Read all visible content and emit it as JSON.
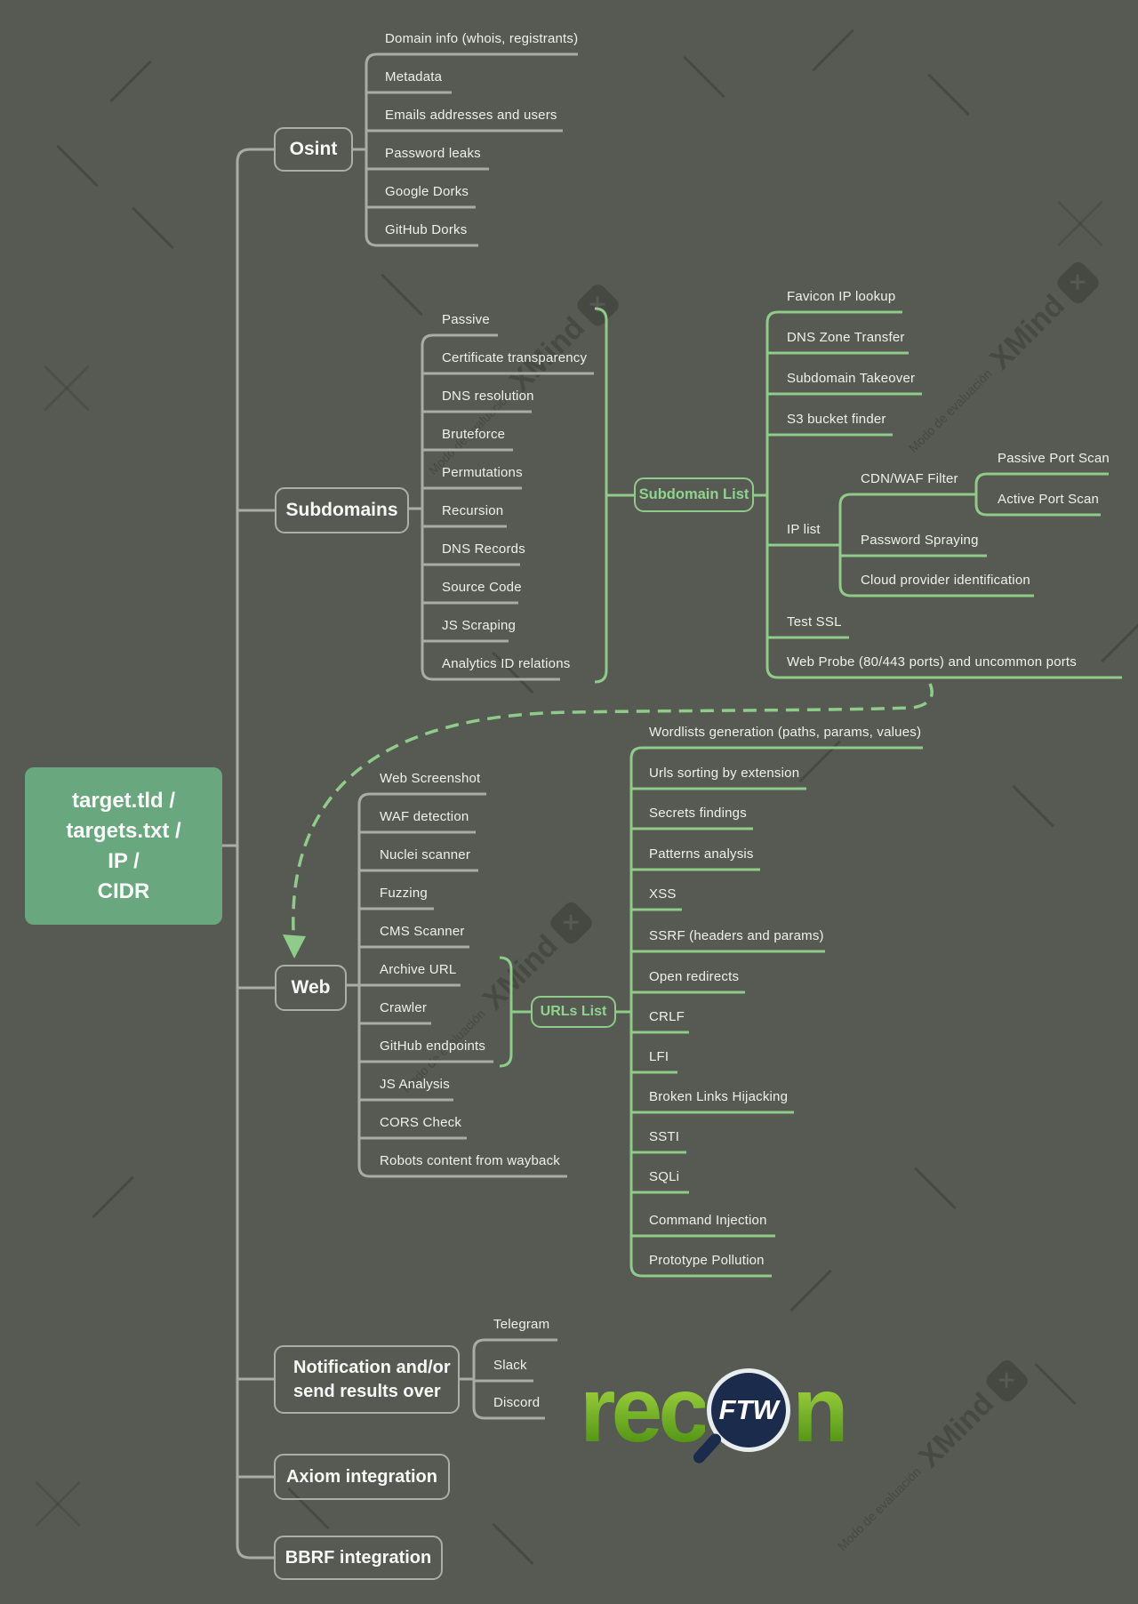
{
  "colors": {
    "background": "#565A52",
    "gray_line": "#A9ACA5",
    "green_line": "#8FCB89",
    "green_text": "#8FD38C",
    "root_fill": "#69A87E",
    "logo_green": "#8CC63F",
    "logo_lens_navy": "#1B2B4C"
  },
  "root": {
    "lines": [
      "target.tld /",
      "targets.txt /",
      "IP /",
      "CIDR"
    ]
  },
  "branches": {
    "osint": {
      "label": "Osint",
      "children": [
        "Domain info (whois, registrants)",
        "Metadata",
        "Emails addresses and users",
        "Password leaks",
        "Google Dorks",
        "GitHub Dorks"
      ]
    },
    "subdomains": {
      "label": "Subdomains",
      "children": [
        "Passive",
        "Certificate transparency",
        "DNS resolution",
        "Bruteforce",
        "Permutations",
        "Recursion",
        "DNS Records",
        "Source Code",
        "JS Scraping",
        "Analytics ID relations"
      ],
      "subdomain_list": {
        "label": "Subdomain List",
        "children_top": [
          "Favicon IP lookup",
          "DNS Zone Transfer",
          "Subdomain Takeover",
          "S3 bucket finder"
        ],
        "ip_list": {
          "label": "IP list",
          "cdn_waf": {
            "label": "CDN/WAF Filter",
            "children": [
              "Passive Port Scan",
              "Active Port Scan"
            ]
          },
          "children": [
            "Password Spraying",
            "Cloud provider identification"
          ]
        },
        "children_bottom": [
          "Test SSL",
          "Web Probe (80/443 ports) and uncommon ports"
        ]
      }
    },
    "web": {
      "label": "Web",
      "children": [
        "Web Screenshot",
        "WAF detection",
        "Nuclei scanner",
        "Fuzzing",
        "CMS Scanner",
        "Archive URL",
        "Crawler",
        "GitHub endpoints",
        "JS Analysis",
        "CORS Check",
        "Robots content from wayback"
      ],
      "urls_list": {
        "label": "URLs List",
        "children": [
          "Wordlists generation (paths, params, values)",
          "Urls sorting by extension",
          "Secrets findings",
          "Patterns analysis",
          "XSS",
          "SSRF (headers and params)",
          "Open redirects",
          "CRLF",
          "LFI",
          "Broken Links Hijacking",
          "SSTI",
          "SQLi",
          "Command Injection",
          "Prototype Pollution"
        ]
      }
    },
    "notification": {
      "line1": "Notification and/or",
      "line2": "send results over",
      "children": [
        "Telegram",
        "Slack",
        "Discord"
      ]
    },
    "axiom": {
      "label": "Axiom integration"
    },
    "bbrf": {
      "label": "BBRF integration"
    }
  },
  "watermark": {
    "brand": "XMind",
    "note": "Modo de evaluación",
    "x_glyph": "✕"
  },
  "logo": {
    "pre": "rec",
    "lens": "FTW",
    "post": "n"
  }
}
